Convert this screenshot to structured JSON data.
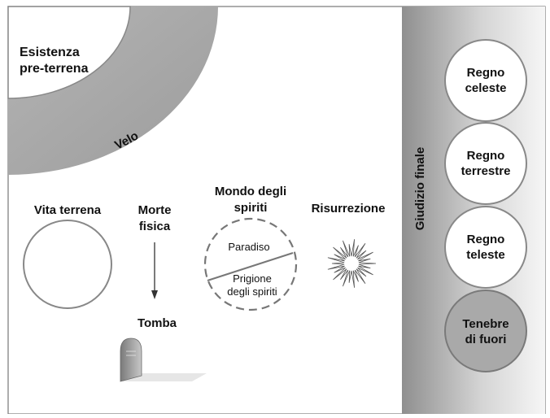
{
  "labels": {
    "pre_earth": [
      "Esistenza",
      "pre-terrena"
    ],
    "veil": "Velo",
    "mortal_life": "Vita terrena",
    "physical_death": [
      "Morte",
      "fisica"
    ],
    "grave": "Tomba",
    "spirit_world": [
      "Mondo degli",
      "spiriti"
    ],
    "paradise": "Paradiso",
    "spirit_prison": [
      "Prigione",
      "degli spiriti"
    ],
    "resurrection": "Risurrezione",
    "final_judgment": "Giudizio finale",
    "celestial": [
      "Regno",
      "celeste"
    ],
    "terrestrial": [
      "Regno",
      "terrestre"
    ],
    "telestial": [
      "Regno",
      "teleste"
    ],
    "outer_darkness": [
      "Tenebre",
      "di fuori"
    ]
  },
  "colors": {
    "gray_fill": "#aaaaaa",
    "gray_light": "#e2e2e2",
    "stroke": "#777777",
    "text": "#111111"
  }
}
